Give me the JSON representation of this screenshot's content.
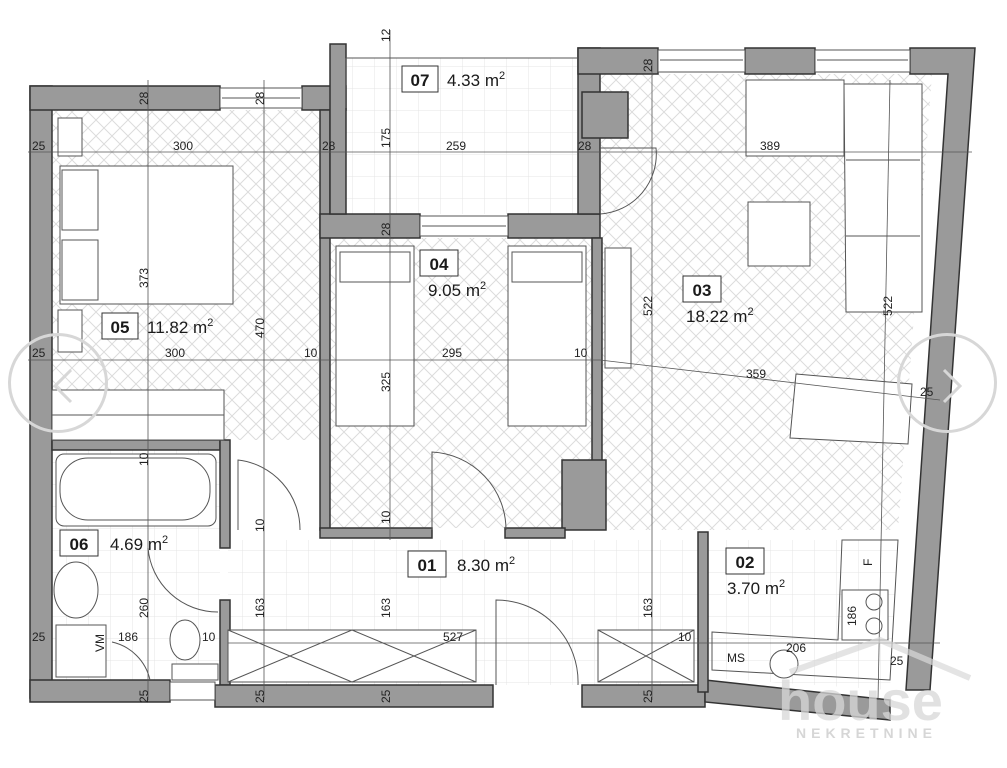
{
  "plan": {
    "colors": {
      "wall": "#9a9a9a",
      "wall_stroke": "#333333",
      "floor": "#ffffff",
      "hatch": "#dedede",
      "line": "#444444"
    },
    "rooms": [
      {
        "id": "01",
        "area": "8.30",
        "unit": "m",
        "sup": "2"
      },
      {
        "id": "02",
        "area": "3.70",
        "unit": "m",
        "sup": "2"
      },
      {
        "id": "03",
        "area": "18.22",
        "unit": "m",
        "sup": "2"
      },
      {
        "id": "04",
        "area": "9.05",
        "unit": "m",
        "sup": "2"
      },
      {
        "id": "05",
        "area": "11.82",
        "unit": "m",
        "sup": "2"
      },
      {
        "id": "06",
        "area": "4.69",
        "unit": "m",
        "sup": "2"
      },
      {
        "id": "07",
        "area": "4.33",
        "unit": "m",
        "sup": "2"
      }
    ],
    "dimensions": {
      "d12": "12",
      "d175": "175",
      "d259": "259",
      "d28_balc_l": "28",
      "d28_balc_r": "28",
      "d28_top_a": "28",
      "d28_top_b": "28",
      "d28_top_c": "28",
      "d28_r04": "28",
      "d25_top_l": "25",
      "d300_top": "300",
      "d373": "373",
      "d470": "470",
      "d25_mid_l": "25",
      "d300_mid": "300",
      "d10_mid_a": "10",
      "d295": "295",
      "d10_mid_b": "10",
      "d325": "325",
      "d389": "389",
      "d522_l": "522",
      "d522_r": "522",
      "d359": "359",
      "d25_right": "25",
      "d10_bath": "10",
      "d10_hall_a": "10",
      "d10_r04_bot": "10",
      "d260": "260",
      "d186_bath": "186",
      "d25_bot_l": "25",
      "d10_wc": "10",
      "vm": "VM",
      "d25_bot_a": "25",
      "d163_a": "163",
      "d163_b": "163",
      "d163_c": "163",
      "d527": "527",
      "d10_hall_r": "10",
      "d25_bot_b": "25",
      "d25_bot_c": "25",
      "d25_bot_d": "25",
      "d186_kit": "186",
      "d206": "206",
      "ms": "MS",
      "f": "F",
      "d25_kit": "25"
    }
  },
  "watermark": {
    "brand": "house",
    "tagline": "NEKRETNINE"
  },
  "navigation": {
    "prev_icon": "chevron-left-icon",
    "next_icon": "chevron-right-icon"
  }
}
